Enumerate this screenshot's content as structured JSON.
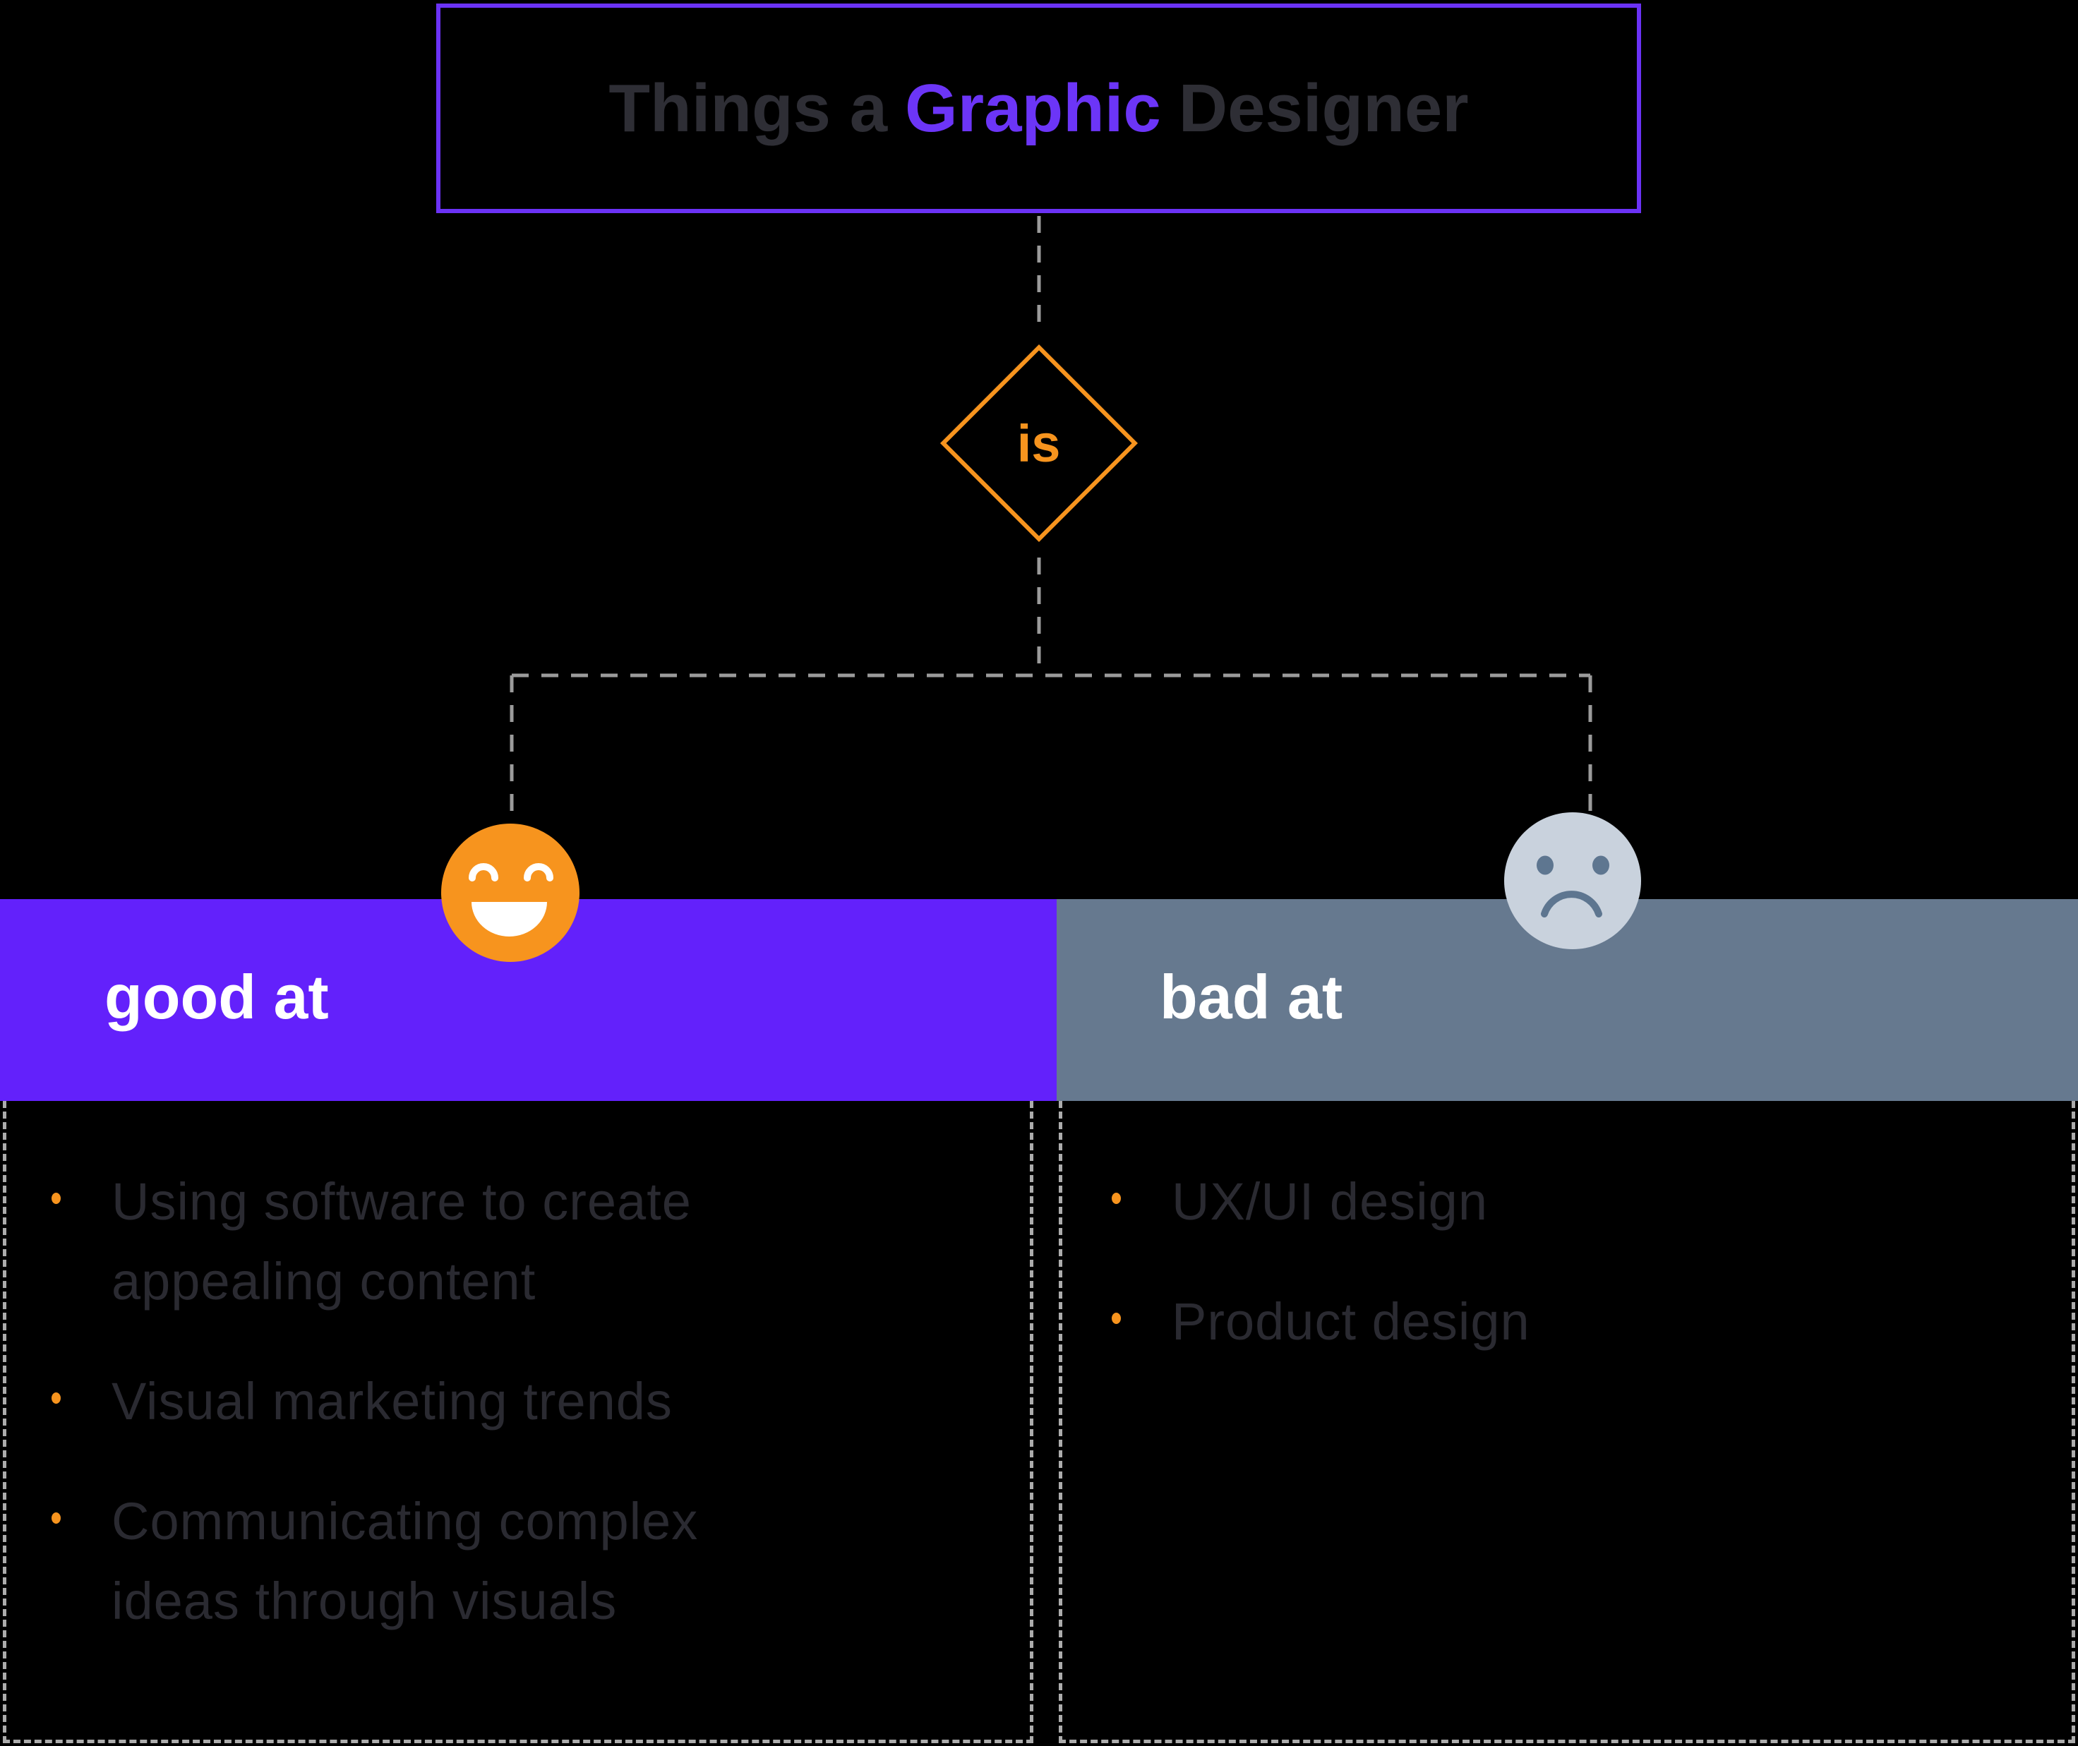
{
  "title": {
    "part1": "Things a",
    "highlight": "Graphic",
    "part2": "Designer"
  },
  "decision": {
    "label": "is"
  },
  "columns": [
    {
      "header": "good at",
      "mood_icon": "happy-face-icon",
      "items": [
        {
          "lines": [
            "Using software to create",
            "appealing content"
          ]
        },
        {
          "lines": [
            "Visual marketing trends"
          ]
        },
        {
          "lines": [
            "Communicating complex",
            "ideas through visuals"
          ]
        }
      ]
    },
    {
      "header": "bad at",
      "mood_icon": "sad-face-icon",
      "items": [
        {
          "lines": [
            "UX/UI design"
          ]
        },
        {
          "lines": [
            "Product design"
          ]
        }
      ]
    }
  ],
  "icons": {
    "decision_shape": "diamond-outline",
    "bullet": "bullet-icon",
    "happy": "happy-face-icon",
    "sad": "sad-face-icon"
  },
  "colors": {
    "background": "#000000",
    "title_text": "#2E2E35",
    "title_highlight": "#6C35F7",
    "title_box_border": "#6B32F6",
    "accent_orange": "#F7941E",
    "good_bar": "#6321FB",
    "bad_bar": "#66798F",
    "bar_text": "#FFFFFF",
    "face_gray_fill": "#C9D2DD",
    "face_gray_features": "#5E7690",
    "connector_dash": "#9B9B9B",
    "panel_dash_border": "#ACACAC",
    "body_text": "#2A2A31"
  }
}
